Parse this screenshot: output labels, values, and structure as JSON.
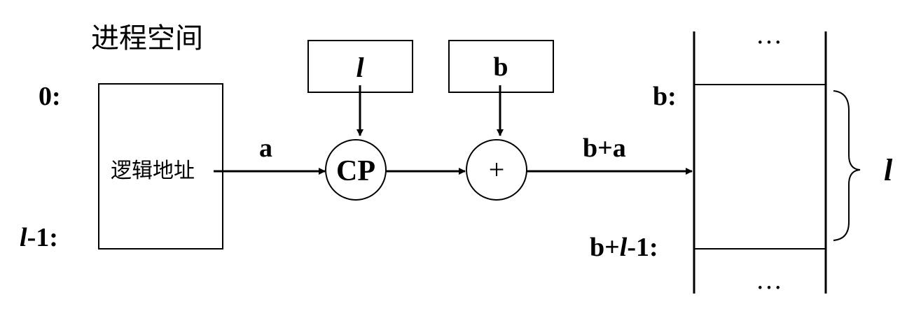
{
  "title": "进程空间",
  "process_space": {
    "start_label": "0:",
    "end_label_italic": "l",
    "end_label_rest": "-1:",
    "logical_address_label": "逻辑地址"
  },
  "inputs": {
    "length_box": "l",
    "base_box": "b"
  },
  "operators": {
    "compare": "CP",
    "add": "+"
  },
  "edges": {
    "offset": "a",
    "physical_address": "b+a"
  },
  "memory": {
    "ellipsis_top": "…",
    "base_label": "b:",
    "end_label_prefix": "b+",
    "end_label_italic": "l",
    "end_label_suffix": "-1:",
    "ellipsis_bottom": "…",
    "brace_label": "l"
  }
}
